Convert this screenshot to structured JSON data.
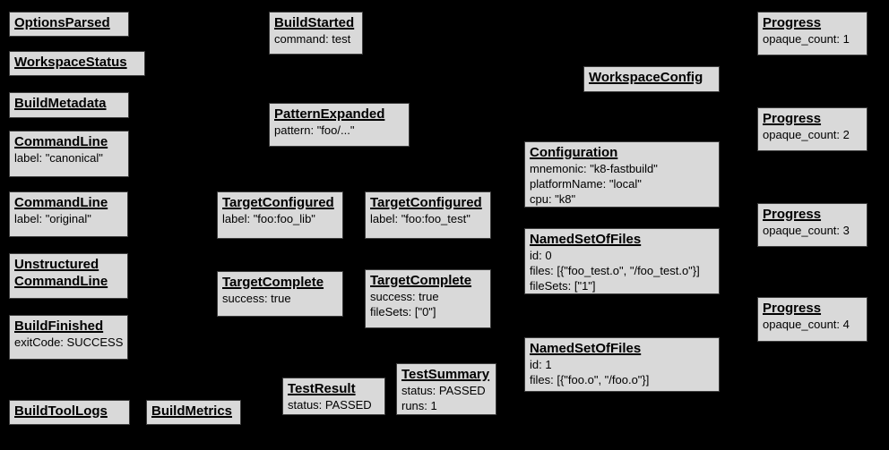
{
  "colors": {
    "background": "#000000",
    "node_fill": "#d9d9d9",
    "node_border": "#3d3d3d",
    "text": "#000000"
  },
  "diagram_type": "build-event-protocol-graph",
  "nodes": [
    {
      "id": "options-parsed",
      "title": "OptionsParsed",
      "body": []
    },
    {
      "id": "workspace-status",
      "title": "WorkspaceStatus",
      "body": []
    },
    {
      "id": "build-metadata",
      "title": "BuildMetadata",
      "body": []
    },
    {
      "id": "command-line-canonical",
      "title": "CommandLine",
      "body": [
        "label: \"canonical\""
      ]
    },
    {
      "id": "command-line-original",
      "title": "CommandLine",
      "body": [
        "label: \"original\""
      ]
    },
    {
      "id": "unstructured-command-line",
      "title": "Unstructured CommandLine",
      "body": []
    },
    {
      "id": "build-finished",
      "title": "BuildFinished",
      "body": [
        "exitCode: SUCCESS"
      ]
    },
    {
      "id": "build-tool-logs",
      "title": "BuildToolLogs",
      "body": []
    },
    {
      "id": "build-metrics",
      "title": "BuildMetrics",
      "body": []
    },
    {
      "id": "build-started",
      "title": "BuildStarted",
      "body": [
        "command: test"
      ]
    },
    {
      "id": "pattern-expanded",
      "title": "PatternExpanded",
      "body": [
        "pattern: \"foo/...\""
      ]
    },
    {
      "id": "target-configured-lib",
      "title": "TargetConfigured",
      "body": [
        "label: \"foo:foo_lib\""
      ]
    },
    {
      "id": "target-configured-test",
      "title": "TargetConfigured",
      "body": [
        "label: \"foo:foo_test\""
      ]
    },
    {
      "id": "target-complete-lib",
      "title": "TargetComplete",
      "body": [
        "success: true"
      ]
    },
    {
      "id": "target-complete-test",
      "title": "TargetComplete",
      "body": [
        "success: true",
        "fileSets: [\"0\"]"
      ]
    },
    {
      "id": "test-result",
      "title": "TestResult",
      "body": [
        "status: PASSED"
      ]
    },
    {
      "id": "test-summary",
      "title": "TestSummary",
      "body": [
        "status: PASSED",
        "runs: 1"
      ]
    },
    {
      "id": "workspace-config",
      "title": "WorkspaceConfig",
      "body": []
    },
    {
      "id": "configuration",
      "title": "Configuration",
      "body": [
        "mnemonic: \"k8-fastbuild\"",
        "platformName: \"local\"",
        "cpu: \"k8\""
      ]
    },
    {
      "id": "named-set-of-files-0",
      "title": "NamedSetOfFiles",
      "body": [
        "id: 0",
        "files: [{\"foo_test.o\", \"/foo_test.o\"}]",
        "fileSets: [\"1\"]"
      ]
    },
    {
      "id": "named-set-of-files-1",
      "title": "NamedSetOfFiles",
      "body": [
        "id: 1",
        "files: [{\"foo.o\", \"/foo.o\"}]"
      ]
    },
    {
      "id": "progress-1",
      "title": "Progress",
      "body": [
        "opaque_count: 1"
      ]
    },
    {
      "id": "progress-2",
      "title": "Progress",
      "body": [
        "opaque_count: 2"
      ]
    },
    {
      "id": "progress-3",
      "title": "Progress",
      "body": [
        "opaque_count: 3"
      ]
    },
    {
      "id": "progress-4",
      "title": "Progress",
      "body": [
        "opaque_count: 4"
      ]
    }
  ]
}
